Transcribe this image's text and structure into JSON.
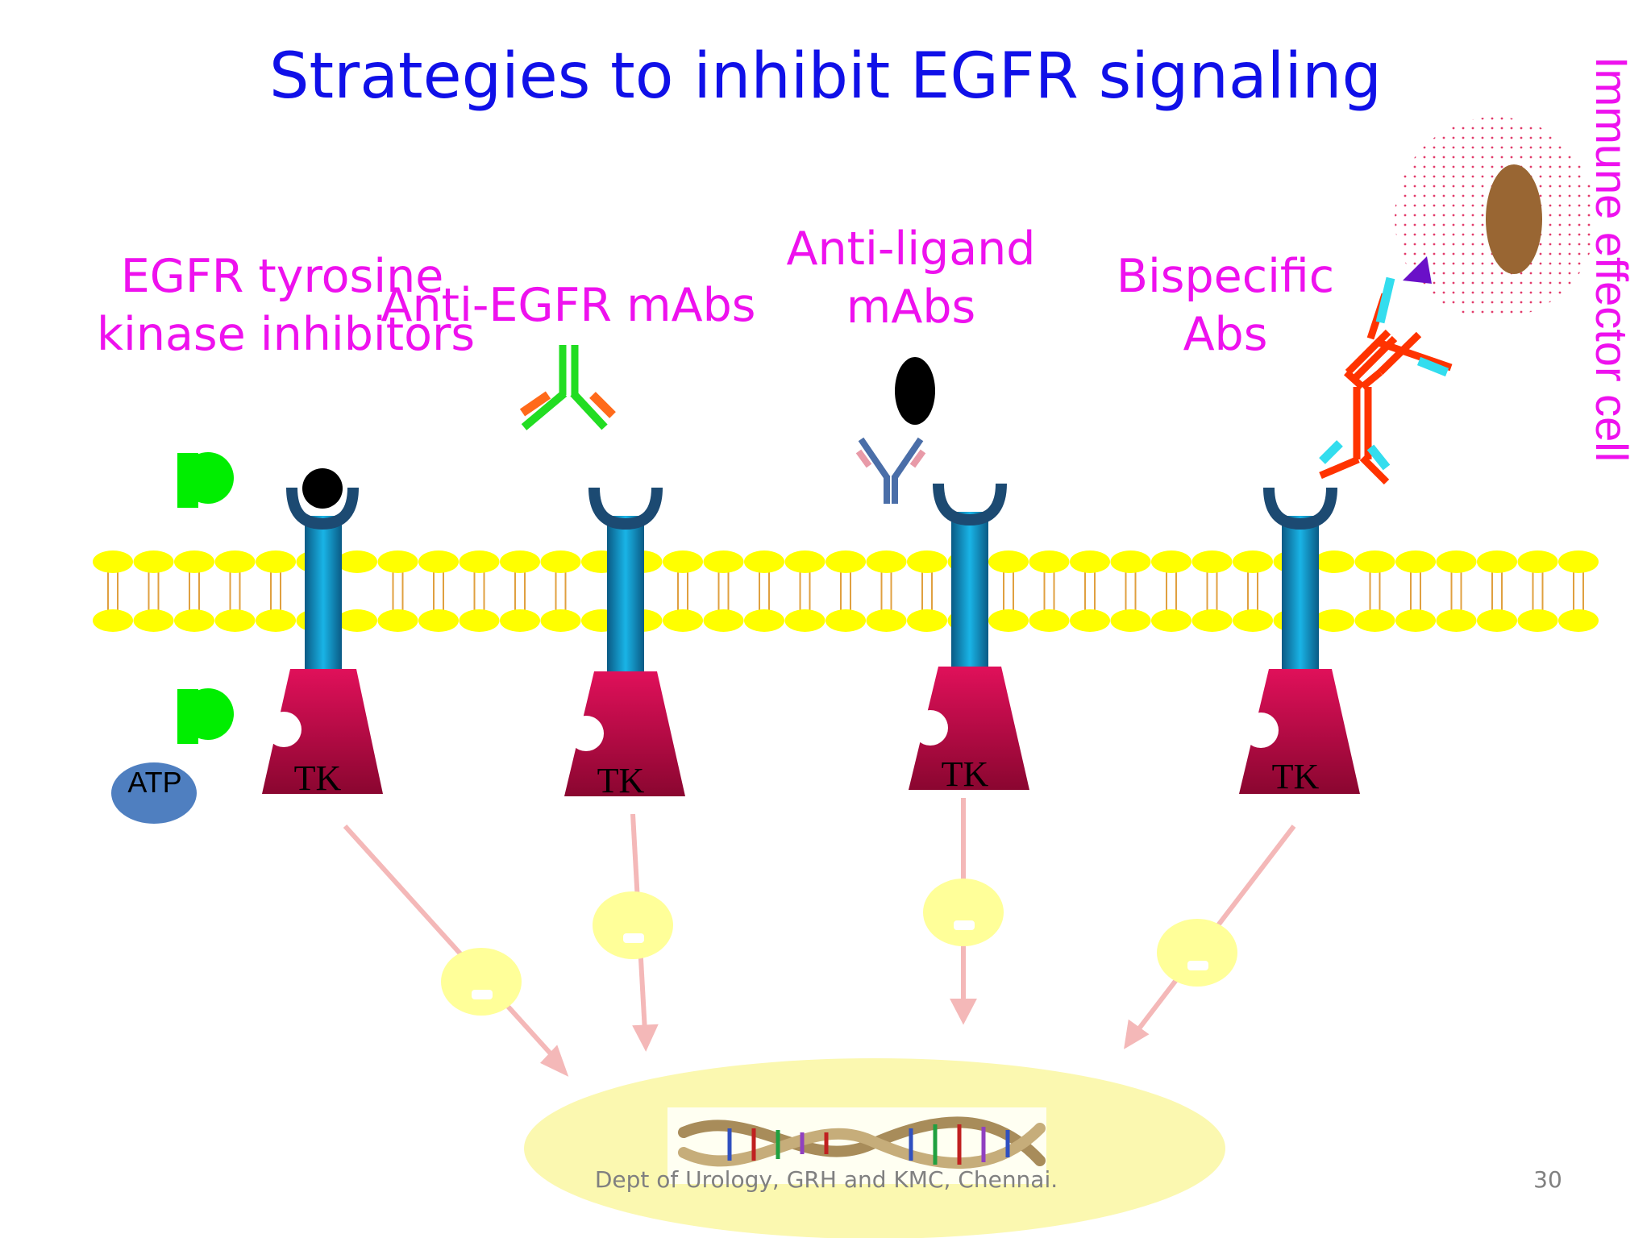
{
  "slide": {
    "title": "Strategies to inhibit EGFR signaling",
    "footer": "Dept of Urology, GRH and KMC, Chennai.",
    "page_number": "30"
  },
  "labels": {
    "tki": "EGFR tyrosine\nkinase inhibitors",
    "anti_egfr": "Anti-EGFR mAbs",
    "anti_ligand": "Anti-ligand\nmAbs",
    "bispecific": "Bispecific\nAbs",
    "immune_cell": "Immune effector cell",
    "atp": "ATP",
    "tk": "TK"
  },
  "colors": {
    "title": "#1010e8",
    "label": "#ee11ee",
    "membrane": "#ffff00",
    "receptor_stalk": "#1aa0d0",
    "kinase": "#d0104a",
    "phosphate": "#00ee00",
    "signal": "#ffff99",
    "arrow": "#f4b8b8",
    "bispecific_ab": "#ff3300",
    "bispecific_tip": "#33ddee",
    "immune_nucleus": "#996633",
    "atp": "#4f7fc0"
  }
}
